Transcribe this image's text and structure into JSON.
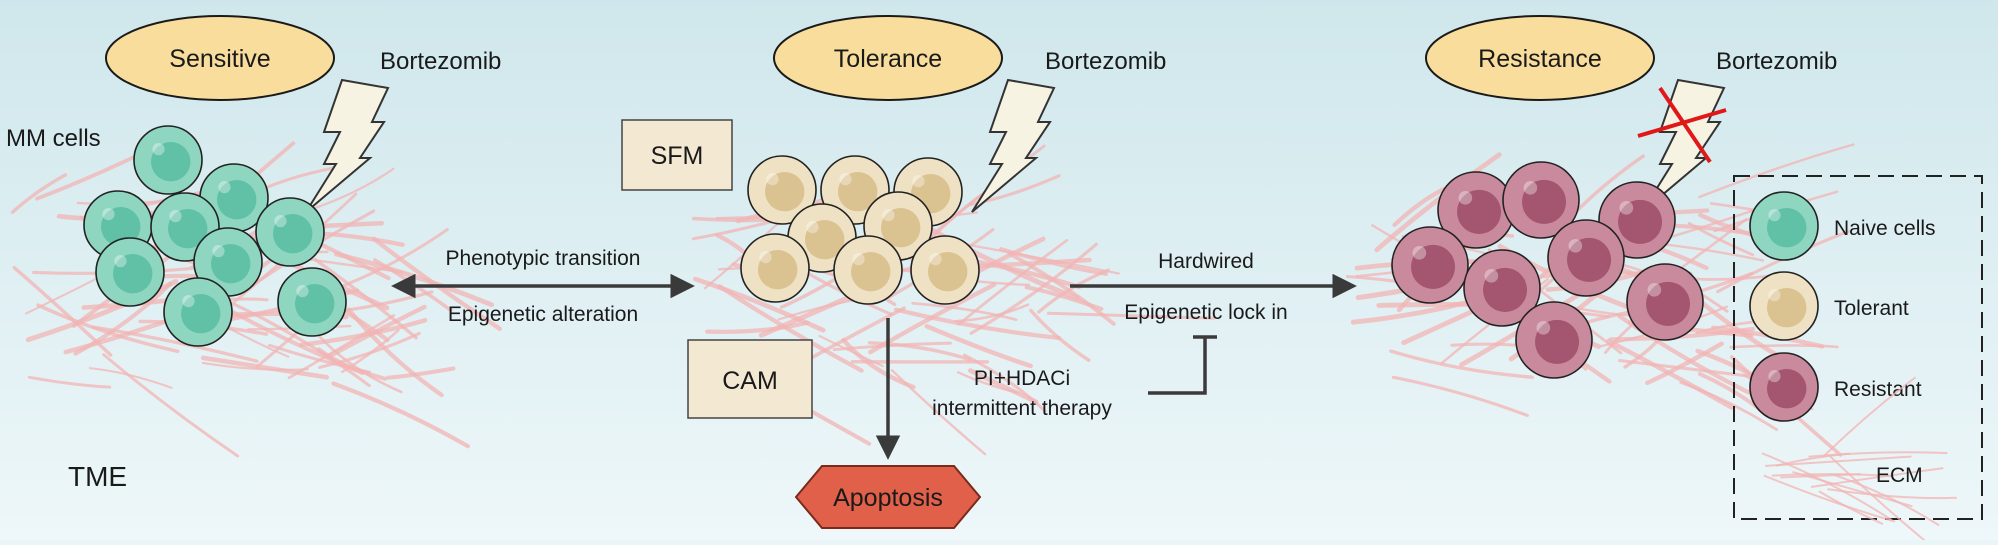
{
  "colors": {
    "bg_top": "#cfe7ec",
    "bg_bottom": "#eef7f9",
    "stage_fill": "#f8dd9c",
    "stage_stroke": "#1a1a1a",
    "ecm": "#f1b4b4",
    "naive_fill": "#8fd6c0",
    "naive_core": "#5bbfa4",
    "tolerant_fill": "#efe2c4",
    "tolerant_core": "#d8bf8c",
    "resistant_fill": "#c88a9c",
    "resistant_core": "#a04f6a",
    "box_fill": "#f3e8d2",
    "arrow": "#3a3a3a",
    "cross": "#e01818",
    "apoptosis_fill": "#e0604a"
  },
  "stages": {
    "sensitive": "Sensitive",
    "tolerance": "Tolerance",
    "resistance": "Resistance"
  },
  "drug": {
    "label_1": "Bortezomib",
    "label_2": "Bortezomib",
    "label_3": "Bortezomib"
  },
  "labels": {
    "mm_cells": "MM cells",
    "tme": "TME",
    "sfm": "SFM",
    "cam": "CAM",
    "apoptosis": "Apoptosis",
    "phenotypic_transition": "Phenotypic transition",
    "epigenetic_alteration": "Epigenetic alteration",
    "hardwired": "Hardwired",
    "epigenetic_lock_in": "Epigenetic lock in",
    "therapy_line1": "PI+HDACi",
    "therapy_line2": "intermittent therapy"
  },
  "legend": {
    "naive": "Naive cells",
    "tolerant": "Tolerant",
    "resistant": "Resistant",
    "ecm": "ECM"
  }
}
